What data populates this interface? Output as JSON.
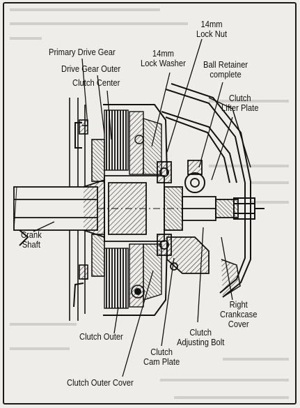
{
  "labels": {
    "primary_drive_gear": "Primary Drive Gear",
    "drive_gear_outer": "Drive Gear Outer",
    "clutch_center": "Clutch Center",
    "lock_nut": "14mm\nLock Nut",
    "lock_washer": "14mm\nLock Washer",
    "ball_retainer": "Ball Retainer\ncomplete",
    "clutch_lifter_plate": "Clutch\nLifter Plate",
    "crank_shaft": "Crank\nShaft",
    "right_crankcase_cover": "Right\nCrankcase\nCover",
    "clutch_outer": "Clutch Outer",
    "clutch_adjusting_bolt": "Clutch\nAdjusting Bolt",
    "clutch_cam_plate": "Clutch\nCam Plate",
    "clutch_outer_cover": "Clutch Outer Cover"
  },
  "colors": {
    "background": "#eeede9",
    "ink": "#111111",
    "page_text": "#9a9a96"
  }
}
